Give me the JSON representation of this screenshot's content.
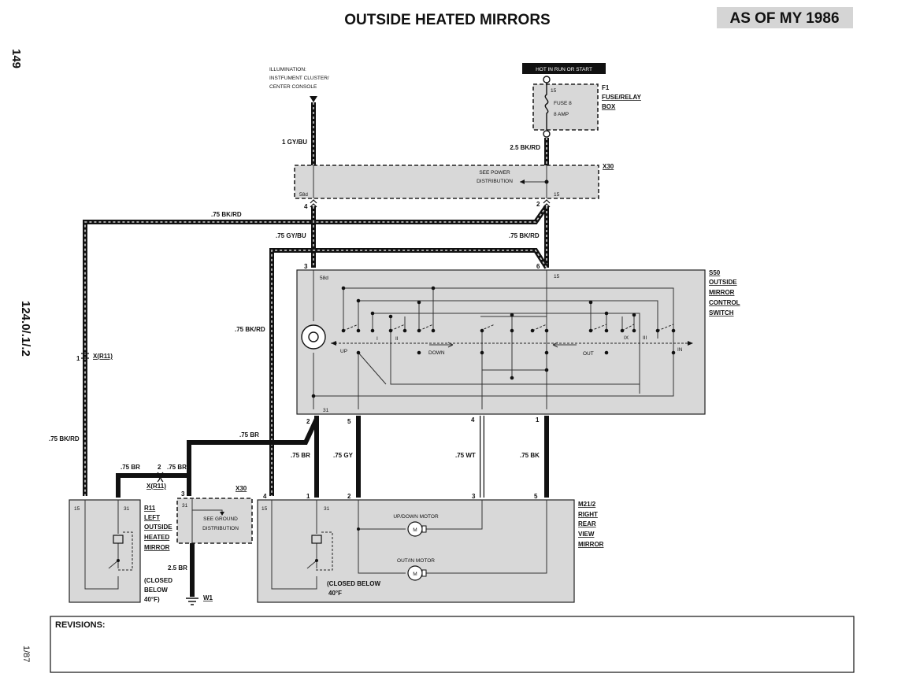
{
  "page": {
    "title": "OUTSIDE HEATED MIRRORS",
    "model_year": "AS OF MY 1986",
    "page_number": "149",
    "doc_ref": "124.0/.1/.2",
    "date_code": "1/87",
    "revisions_label": "REVISIONS:"
  },
  "illumination": {
    "line1": "ILLUMINATION:",
    "line2": "INSTFUMENT CLUSTER/",
    "line3": "CENTER CONSOLE"
  },
  "hot_label": "HOT IN RUN OR START",
  "fuse_box": {
    "ref": "F1",
    "name1": "FUSE/RELAY",
    "name2": "BOX",
    "fuse": "FUSE 8",
    "amp": "8 AMP",
    "pin": "15"
  },
  "power_dist": {
    "ref": "X30",
    "line1": "SEE POWER",
    "line2": "DISTRIBUTION",
    "pin_left": "58d",
    "pin_right": "15"
  },
  "switch": {
    "ref": "S50",
    "name1": "OUTSIDE",
    "name2": "MIRROR",
    "name3": "CONTROL",
    "name4": "SWITCH",
    "pin_58d": "58d",
    "pin_15": "15",
    "pin_31": "31",
    "up": "UP",
    "down": "DOWN",
    "out": "OUT",
    "in": "IN",
    "pos1": "I",
    "pos2": "II",
    "pos3": "IX",
    "pos4": "III"
  },
  "ground_dist": {
    "ref": "X30",
    "line1": "SEE GROUND",
    "line2": "DISTRIBUTION",
    "pin": "31"
  },
  "ground": {
    "ref": "W1"
  },
  "connector": {
    "ref": "X(R11)"
  },
  "left_mirror": {
    "ref": "R11",
    "name1": "LEFT",
    "name2": "OUTSIDE",
    "name3": "HEATED",
    "name4": "MIRROR",
    "pin_15": "15",
    "pin_31": "31",
    "note1": "(CLOSED",
    "note2": "BELOW",
    "note3": "40°F)"
  },
  "right_mirror": {
    "ref": "M21/2",
    "name1": "RIGHT",
    "name2": "REAR",
    "name3": "VIEW",
    "name4": "MIRROR",
    "motor1": "UP/DOWN MOTOR",
    "motor2": "OUT/IN MOTOR",
    "motor_symbol": "M",
    "pin_15": "15",
    "pin_31": "31",
    "note1": "(CLOSED BELOW",
    "note2": "40°F"
  },
  "pins": {
    "p1": "1",
    "p2": "2",
    "p3": "3",
    "p4": "4",
    "p5": "5",
    "p6": "6"
  },
  "wires": {
    "gy_bu_1": "1 GY/BU",
    "bk_rd_25": "2.5 BK/RD",
    "bk_rd_075": ".75 BK/RD",
    "gy_bu_075": ".75 GY/BU",
    "br_075": ".75 BR",
    "gy_075": ".75 GY",
    "wt_075": ".75 WT",
    "bk_075": ".75 BK",
    "br_25": "2.5 BR"
  }
}
